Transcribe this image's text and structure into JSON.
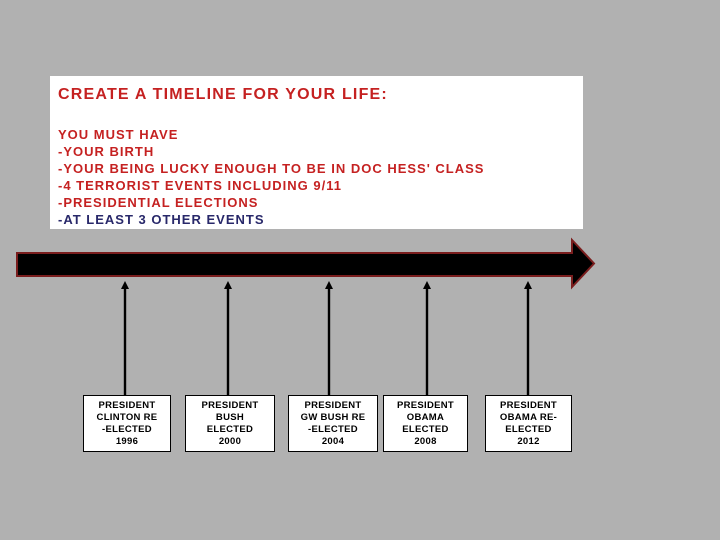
{
  "header": {
    "title": "CREATE A TIMELINE FOR YOUR LIFE:"
  },
  "requirements": {
    "intro": "YOU MUST HAVE",
    "items": [
      "-YOUR BIRTH",
      "-YOUR BEING LUCKY ENOUGH TO BE IN DOC HESS' CLASS",
      "-4 TERRORIST EVENTS INCLUDING 9/11",
      "-PRESIDENTIAL ELECTIONS",
      "-AT LEAST 3 OTHER EVENTS"
    ]
  },
  "timeline": {
    "events": [
      {
        "label": "PRESIDENT\nCLINTON  RE\n-ELECTED\n1996",
        "year": "1996"
      },
      {
        "label": "PRESIDENT\nBUSH\nELECTED\n2000",
        "year": "2000"
      },
      {
        "label": "PRESIDENT\nGW BUSH RE\n-ELECTED\n2004",
        "year": "2004"
      },
      {
        "label": "PRESIDENT\nOBAMA\nELECTED\n2008",
        "year": "2008"
      },
      {
        "label": "PRESIDENT\nOBAMA RE-\nELECTED\n2012",
        "year": "2012"
      }
    ]
  },
  "icons": {
    "timeline_arrow": "right-arrow-icon",
    "connector_arrow": "up-arrow-icon"
  },
  "colors": {
    "background": "#b1b1b1",
    "text_red": "#c52121",
    "text_navy": "#28286a",
    "arrow_fill": "#000000",
    "arrow_outline": "#7a1d1d",
    "box_background": "#ffffff",
    "box_border": "#000000",
    "box_text": "#000000"
  }
}
